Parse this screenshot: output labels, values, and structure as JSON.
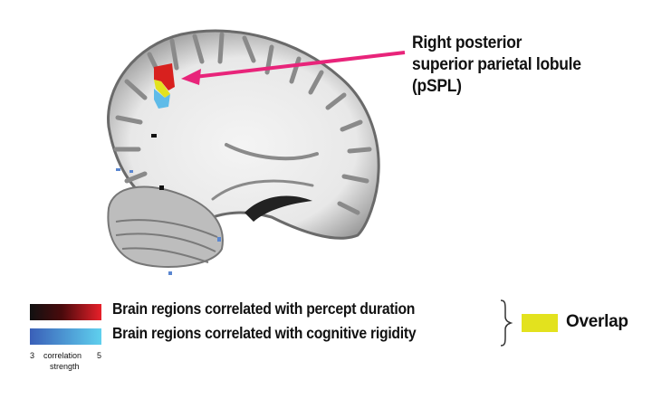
{
  "callout": {
    "lines": [
      "Right posterior",
      "superior parietal lobule",
      "(pSPL)"
    ],
    "arrow_color": "#e8247a"
  },
  "legend": {
    "percept": {
      "label": "Brain regions correlated with percept duration",
      "gradient": [
        "#111111",
        "#e8202a"
      ]
    },
    "rigidity": {
      "label": "Brain regions correlated with cognitive rigidity",
      "gradient": [
        "#3a5fb8",
        "#5fd0ee"
      ]
    },
    "overlap": {
      "label": "Overlap",
      "color": "#e3e21e"
    },
    "scale": {
      "min": "3",
      "max": "5",
      "caption_1": "correlation",
      "caption_2": "strength"
    }
  }
}
